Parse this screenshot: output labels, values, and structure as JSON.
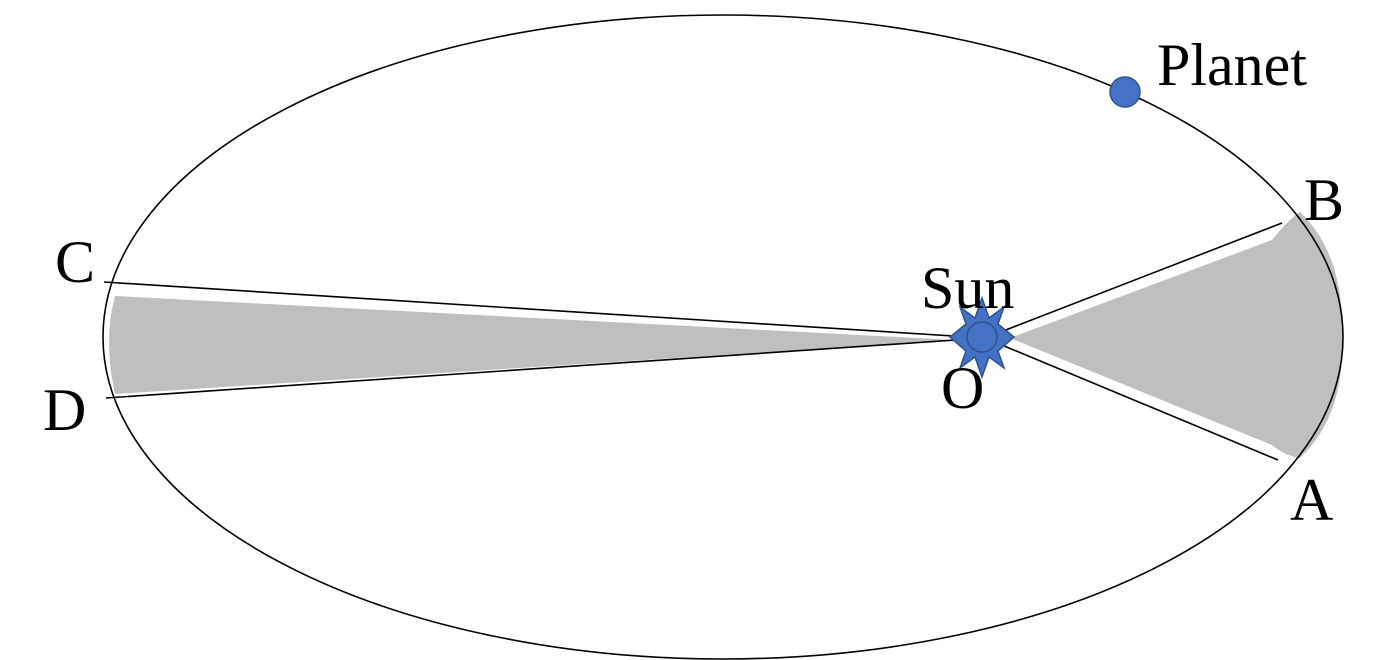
{
  "labels": {
    "planet": "Planet",
    "sun": "Sun",
    "origin": "O",
    "point_a": "A",
    "point_b": "B",
    "point_c": "C",
    "point_d": "D"
  },
  "colors": {
    "orbit": "#000000",
    "sector_fill": "#bfbfbf",
    "body_fill": "#4472c4",
    "body_stroke": "#2f528f",
    "background": "#ffffff"
  },
  "icons": {
    "sun": "star-burst-icon",
    "planet": "circle-icon"
  }
}
